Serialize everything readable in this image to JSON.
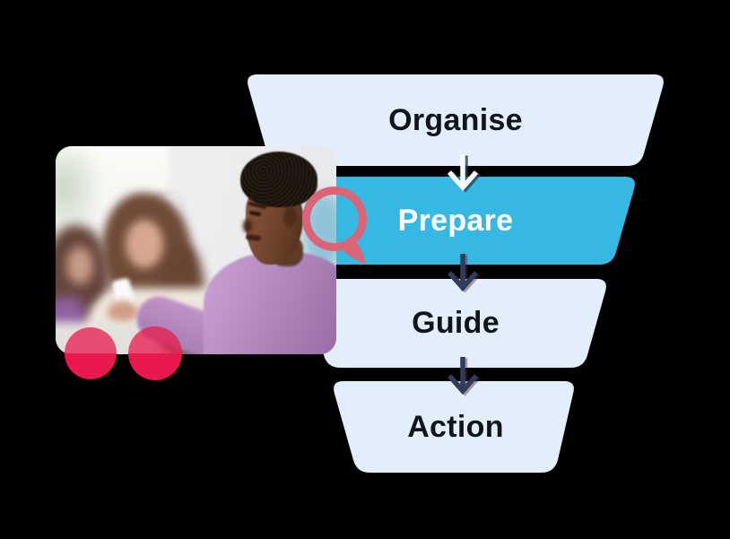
{
  "colors": {
    "background": "#000000",
    "step_bg": "#E2EFFA",
    "step_active_bg": "#35B9E2",
    "label_dark": "#10151D",
    "label_light": "#FFFFFF",
    "arrow_dark": "#2E3D58",
    "arrow_light": "#F7FBFE",
    "arrow_shadow": "#5E2B46",
    "dot": "#E9194D",
    "bubble": "#DC6479"
  },
  "funnel": {
    "type": "funnel-diagram",
    "steps": [
      {
        "label": "Organise",
        "active": false
      },
      {
        "label": "Prepare",
        "active": true
      },
      {
        "label": "Guide",
        "active": false
      },
      {
        "label": "Action",
        "active": false
      }
    ]
  }
}
